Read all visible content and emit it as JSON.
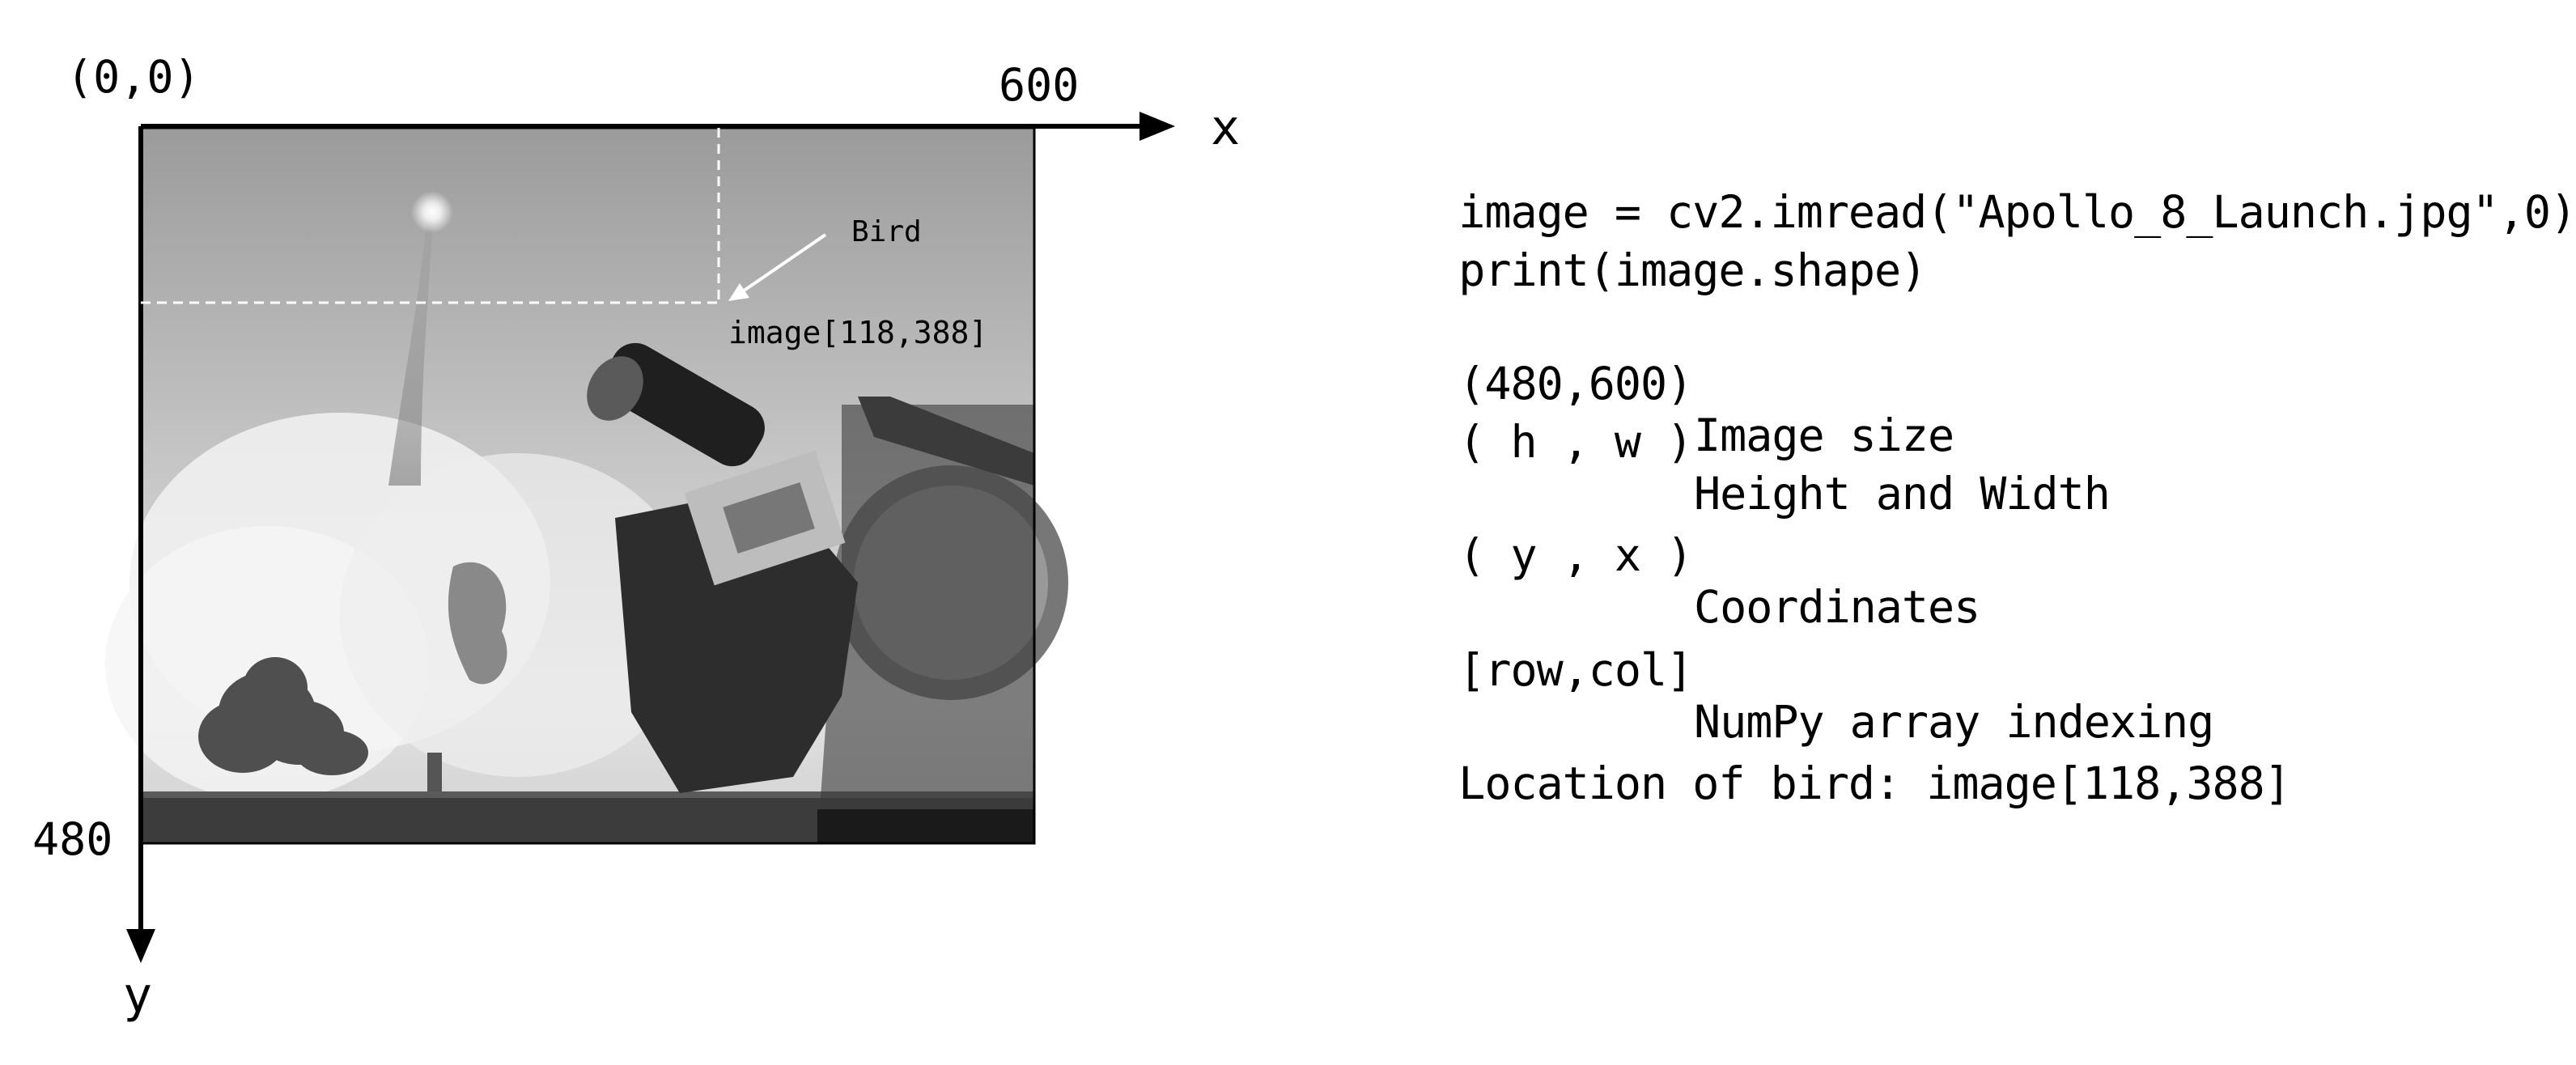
{
  "axes": {
    "origin_label": "(0,0)",
    "x_max_label": "600",
    "x_axis_label": "x",
    "y_max_label": "480",
    "y_axis_label": "y"
  },
  "photo": {
    "annotation_label": "Bird",
    "annotation_coord": "image[118,388]"
  },
  "code": {
    "line1": "image = cv2.imread(\"Apollo_8_Launch.jpg\",0)",
    "line2": "print(image.shape)"
  },
  "legend": [
    {
      "code": "(480,600)",
      "text": "Image size"
    },
    {
      "code": "( h , w )",
      "text": "Height and Width"
    },
    {
      "code": "( y , x )",
      "text": "Coordinates"
    },
    {
      "code": "[row,col]",
      "text": "NumPy array indexing"
    }
  ],
  "bird_location": "Location of bird: image[118,388]"
}
